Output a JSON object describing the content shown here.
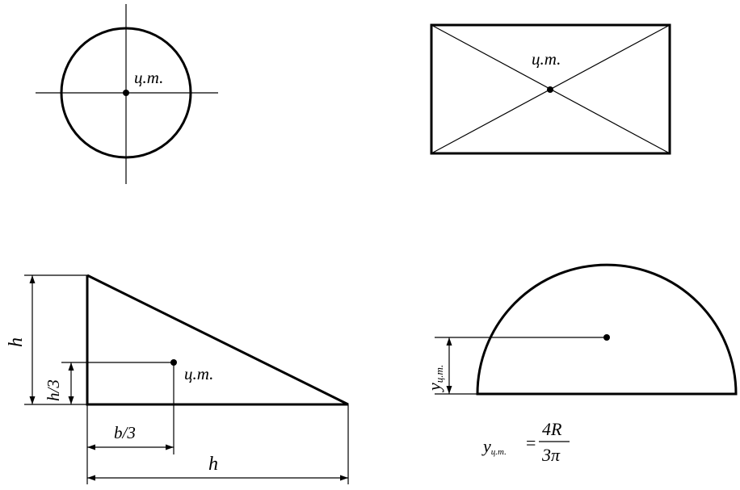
{
  "figures": {
    "circle": {
      "centroid_label": "ц.т."
    },
    "rectangle": {
      "centroid_label": "ц.т."
    },
    "triangle": {
      "centroid_label": "ц.т.",
      "height_label": "h",
      "third_height_label": "h/3",
      "third_base_label": "b/3",
      "base_label": "h"
    },
    "semicircle": {
      "y_label": "y",
      "y_subscript": "ц.т.",
      "formula": {
        "lhs": "y",
        "lhs_subscript": "ц.т.",
        "equals": "=",
        "numerator": "4R",
        "denominator": "3π"
      }
    }
  }
}
